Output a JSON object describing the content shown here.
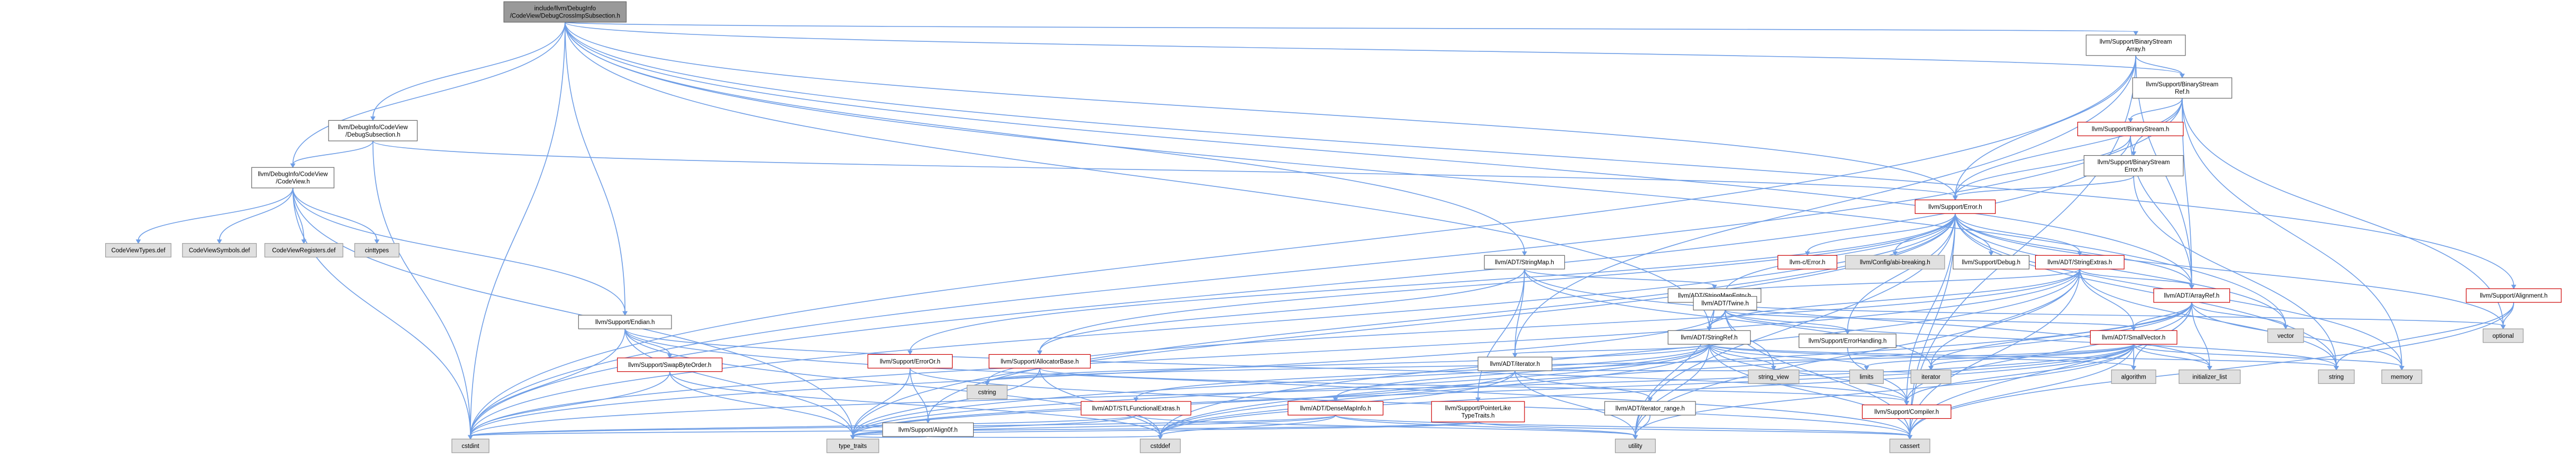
{
  "graph": {
    "colors": {
      "root_fill": "#999999",
      "root_border": "#666666",
      "node_fill": "#ffffff",
      "black_border": "#666666",
      "red_border": "#cc0000",
      "gray_fill": "#e0e0e0",
      "gray_border": "#999999",
      "edge": "#6f9ee6"
    },
    "nodes": [
      {
        "id": "root",
        "lines": [
          "include/llvm/DebugInfo",
          "/CodeView/DebugCrossImpSubsection.h"
        ],
        "style": "root"
      },
      {
        "id": "dbgsub",
        "lines": [
          "llvm/DebugInfo/CodeView",
          "/DebugSubsection.h"
        ],
        "style": "black"
      },
      {
        "id": "codeview",
        "lines": [
          "llvm/DebugInfo/CodeView",
          "/CodeView.h"
        ],
        "style": "black"
      },
      {
        "id": "cvtypes",
        "lines": [
          "CodeViewTypes.def"
        ],
        "style": "gray"
      },
      {
        "id": "cvsymbols",
        "lines": [
          "CodeViewSymbols.def"
        ],
        "style": "gray"
      },
      {
        "id": "cvregs",
        "lines": [
          "CodeViewRegisters.def"
        ],
        "style": "gray"
      },
      {
        "id": "cinttypes",
        "lines": [
          "cinttypes"
        ],
        "style": "gray"
      },
      {
        "id": "endian",
        "lines": [
          "llvm/Support/Endian.h"
        ],
        "style": "black"
      },
      {
        "id": "swapbyte",
        "lines": [
          "llvm/Support/SwapByteOrder.h"
        ],
        "style": "red"
      },
      {
        "id": "cstdint",
        "lines": [
          "cstdint"
        ],
        "style": "gray"
      },
      {
        "id": "typetraits",
        "lines": [
          "type_traits"
        ],
        "style": "gray"
      },
      {
        "id": "cstring",
        "lines": [
          "cstring"
        ],
        "style": "gray"
      },
      {
        "id": "cstddef",
        "lines": [
          "cstddef"
        ],
        "style": "gray"
      },
      {
        "id": "align",
        "lines": [
          "llvm/Support/Align0f.h"
        ],
        "style": "black"
      },
      {
        "id": "erroror",
        "lines": [
          "llvm/Support/ErrorOr.h"
        ],
        "style": "red"
      },
      {
        "id": "allocbase",
        "lines": [
          "llvm/Support/AllocatorBase.h"
        ],
        "style": "red"
      },
      {
        "id": "stlfunc",
        "lines": [
          "llvm/ADT/STLFunctionalExtras.h"
        ],
        "style": "red"
      },
      {
        "id": "densemapinfo",
        "lines": [
          "llvm/ADT/DenseMapInfo.h"
        ],
        "style": "red"
      },
      {
        "id": "ptrlike",
        "lines": [
          "llvm/Support/PointerLike",
          "TypeTraits.h"
        ],
        "style": "red"
      },
      {
        "id": "iterator",
        "lines": [
          "llvm/ADT/iterator.h"
        ],
        "style": "black"
      },
      {
        "id": "itrange",
        "lines": [
          "llvm/ADT/iterator_range.h"
        ],
        "style": "black"
      },
      {
        "id": "utility",
        "lines": [
          "utility"
        ],
        "style": "gray"
      },
      {
        "id": "cassert",
        "lines": [
          "cassert"
        ],
        "style": "gray"
      },
      {
        "id": "stringmap",
        "lines": [
          "llvm/ADT/StringMap.h"
        ],
        "style": "black"
      },
      {
        "id": "stringmapentry",
        "lines": [
          "llvm/ADT/StringMapEntry.h"
        ],
        "style": "black"
      },
      {
        "id": "stringref",
        "lines": [
          "llvm/ADT/StringRef.h"
        ],
        "style": "black"
      },
      {
        "id": "twine",
        "lines": [
          "llvm/ADT/Twine.h"
        ],
        "style": "black"
      },
      {
        "id": "errhandling",
        "lines": [
          "llvm/Support/ErrorHandling.h"
        ],
        "style": "black"
      },
      {
        "id": "compiler",
        "lines": [
          "llvm/Support/Compiler.h"
        ],
        "style": "red"
      },
      {
        "id": "iteratorstd",
        "lines": [
          "iterator"
        ],
        "style": "gray"
      },
      {
        "id": "stringview",
        "lines": [
          "string_view"
        ],
        "style": "gray"
      },
      {
        "id": "limits",
        "lines": [
          "limits"
        ],
        "style": "gray"
      },
      {
        "id": "cerror",
        "lines": [
          "llvm/Config/abi-breaking.h"
        ],
        "style": "gray"
      },
      {
        "id": "llvmcerror",
        "lines": [
          "llvm-c/Error.h"
        ],
        "style": "red"
      },
      {
        "id": "debug",
        "lines": [
          "llvm/Support/Debug.h"
        ],
        "style": "black"
      },
      {
        "id": "stringextras",
        "lines": [
          "llvm/ADT/StringExtras.h"
        ],
        "style": "red"
      },
      {
        "id": "error",
        "lines": [
          "llvm/Support/Error.h"
        ],
        "style": "red"
      },
      {
        "id": "arrayref",
        "lines": [
          "llvm/ADT/ArrayRef.h"
        ],
        "style": "red"
      },
      {
        "id": "smallvector",
        "lines": [
          "llvm/ADT/SmallVector.h"
        ],
        "style": "red"
      },
      {
        "id": "algorithm",
        "lines": [
          "algorithm"
        ],
        "style": "gray"
      },
      {
        "id": "initlist",
        "lines": [
          "initializer_list"
        ],
        "style": "gray"
      },
      {
        "id": "string",
        "lines": [
          "string"
        ],
        "style": "gray"
      },
      {
        "id": "memory",
        "lines": [
          "memory"
        ],
        "style": "gray"
      },
      {
        "id": "vector",
        "lines": [
          "vector"
        ],
        "style": "gray"
      },
      {
        "id": "optional",
        "lines": [
          "optional"
        ],
        "style": "gray"
      },
      {
        "id": "alignment",
        "lines": [
          "llvm/Support/Alignment.h"
        ],
        "style": "red"
      },
      {
        "id": "bsarray",
        "lines": [
          "llvm/Support/BinaryStream",
          "Array.h"
        ],
        "style": "black"
      },
      {
        "id": "bsref",
        "lines": [
          "llvm/Support/BinaryStream",
          "Ref.h"
        ],
        "style": "black"
      },
      {
        "id": "binstream",
        "lines": [
          "llvm/Support/BinaryStream.h"
        ],
        "style": "red"
      },
      {
        "id": "bserror",
        "lines": [
          "llvm/Support/BinaryStream",
          "Error.h"
        ],
        "style": "black"
      }
    ]
  }
}
